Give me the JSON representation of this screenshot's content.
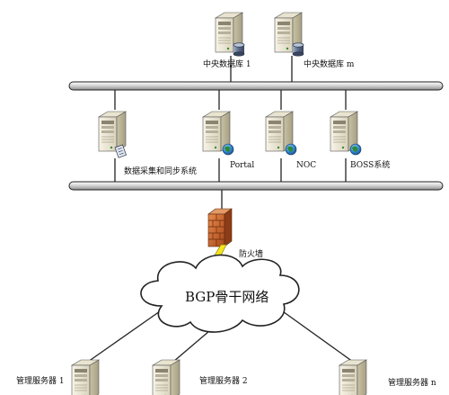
{
  "central_databases": [
    {
      "label": "中央数据库 1",
      "icon": "database-server-icon"
    },
    {
      "label": "中央数据库 m",
      "icon": "database-server-icon"
    }
  ],
  "app_servers": [
    {
      "label": "数据采集和同步系统",
      "icon": "sync-server-icon"
    },
    {
      "label": "Portal",
      "icon": "web-server-icon"
    },
    {
      "label": "NOC",
      "icon": "web-server-icon"
    },
    {
      "label": "BOSS系统",
      "icon": "web-server-icon"
    }
  ],
  "firewall": {
    "label": "防火墙",
    "icon": "firewall-icon",
    "link_icon": "lightning-icon"
  },
  "backbone": {
    "label": "BGP骨干网络"
  },
  "management_servers": [
    {
      "label": "管理服务器 1",
      "icon": "server-icon"
    },
    {
      "label": "管理服务器 2",
      "icon": "server-icon"
    },
    {
      "label": "管理服务器 n",
      "icon": "server-icon"
    }
  ],
  "colors": {
    "bus": "#d6d6d6",
    "bus_outline": "#222222",
    "server_body": "#efebd9",
    "firewall": "#c8602a",
    "lightning": "#f5e71a",
    "database": "#5a6a84",
    "globe": "#2a8a3a"
  }
}
